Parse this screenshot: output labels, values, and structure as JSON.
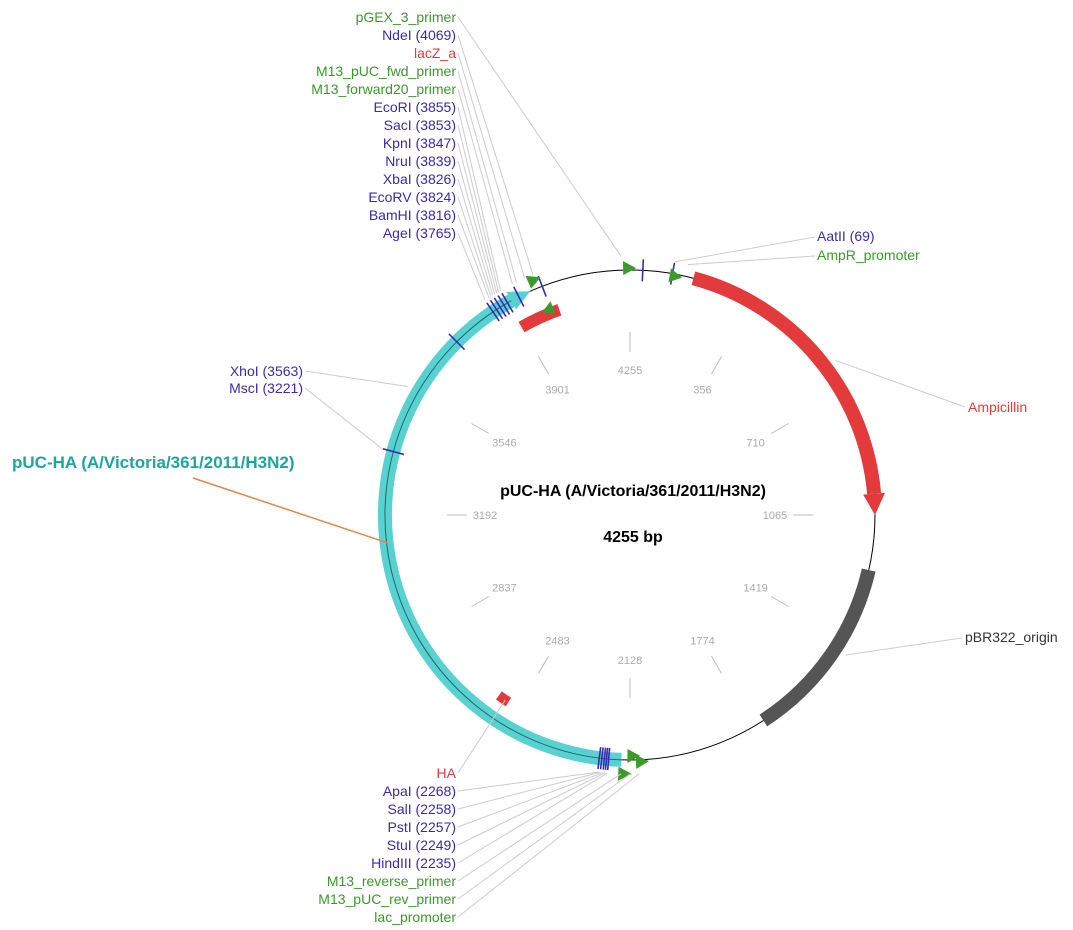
{
  "map": {
    "name": "pUC-HA (A/Victoria/361/2011/H3N2)",
    "length_label": "4255 bp",
    "outer_label": "pUC-HA (A/Victoria/361/2011/H3N2)",
    "total_bp": 4255
  },
  "colors": {
    "site": "#3b2ab0",
    "primer": "#3a9a2a",
    "feature_red": "#e33b3b",
    "teal": "#5ad1d1",
    "dark_feature": "#555555",
    "outer_title": "#1fa59a",
    "outer_leader": "#e0884a"
  },
  "ticks": [
    "4255",
    "356",
    "710",
    "1065",
    "1419",
    "1774",
    "2128",
    "2483",
    "2837",
    "3192",
    "3546",
    "3901"
  ],
  "top_labels": [
    {
      "text": "pGEX_3_primer",
      "kind": "primer"
    },
    {
      "text": "NdeI (4069)",
      "kind": "site"
    },
    {
      "text": "lacZ_a",
      "kind": "feature"
    },
    {
      "text": "M13_pUC_fwd_primer",
      "kind": "primer"
    },
    {
      "text": "M13_forward20_primer",
      "kind": "primer"
    },
    {
      "text": "EcoRI (3855)",
      "kind": "site"
    },
    {
      "text": "SacI (3853)",
      "kind": "site"
    },
    {
      "text": "KpnI (3847)",
      "kind": "site"
    },
    {
      "text": "NruI (3839)",
      "kind": "site"
    },
    {
      "text": "XbaI (3826)",
      "kind": "site"
    },
    {
      "text": "EcoRV (3824)",
      "kind": "site"
    },
    {
      "text": "BamHI (3816)",
      "kind": "site"
    },
    {
      "text": "AgeI (3765)",
      "kind": "site"
    }
  ],
  "left_labels": [
    {
      "text": "XhoI (3563)",
      "kind": "site"
    },
    {
      "text": "MscI (3221)",
      "kind": "site"
    }
  ],
  "right_labels": [
    {
      "text": "AatII (69)",
      "kind": "site"
    },
    {
      "text": "AmpR_promoter",
      "kind": "primer"
    },
    {
      "text": "Ampicillin",
      "kind": "feature"
    },
    {
      "text": "pBR322_origin",
      "kind": "other"
    }
  ],
  "bottom_labels": [
    {
      "text": "HA",
      "kind": "feature"
    },
    {
      "text": "ApaI (2268)",
      "kind": "site"
    },
    {
      "text": "SalI (2258)",
      "kind": "site"
    },
    {
      "text": "PstI (2257)",
      "kind": "site"
    },
    {
      "text": "StuI (2249)",
      "kind": "site"
    },
    {
      "text": "HindIII (2235)",
      "kind": "site"
    },
    {
      "text": "M13_reverse_primer",
      "kind": "primer"
    },
    {
      "text": "M13_pUC_rev_primer",
      "kind": "primer"
    },
    {
      "text": "lac_promoter",
      "kind": "primer"
    }
  ]
}
